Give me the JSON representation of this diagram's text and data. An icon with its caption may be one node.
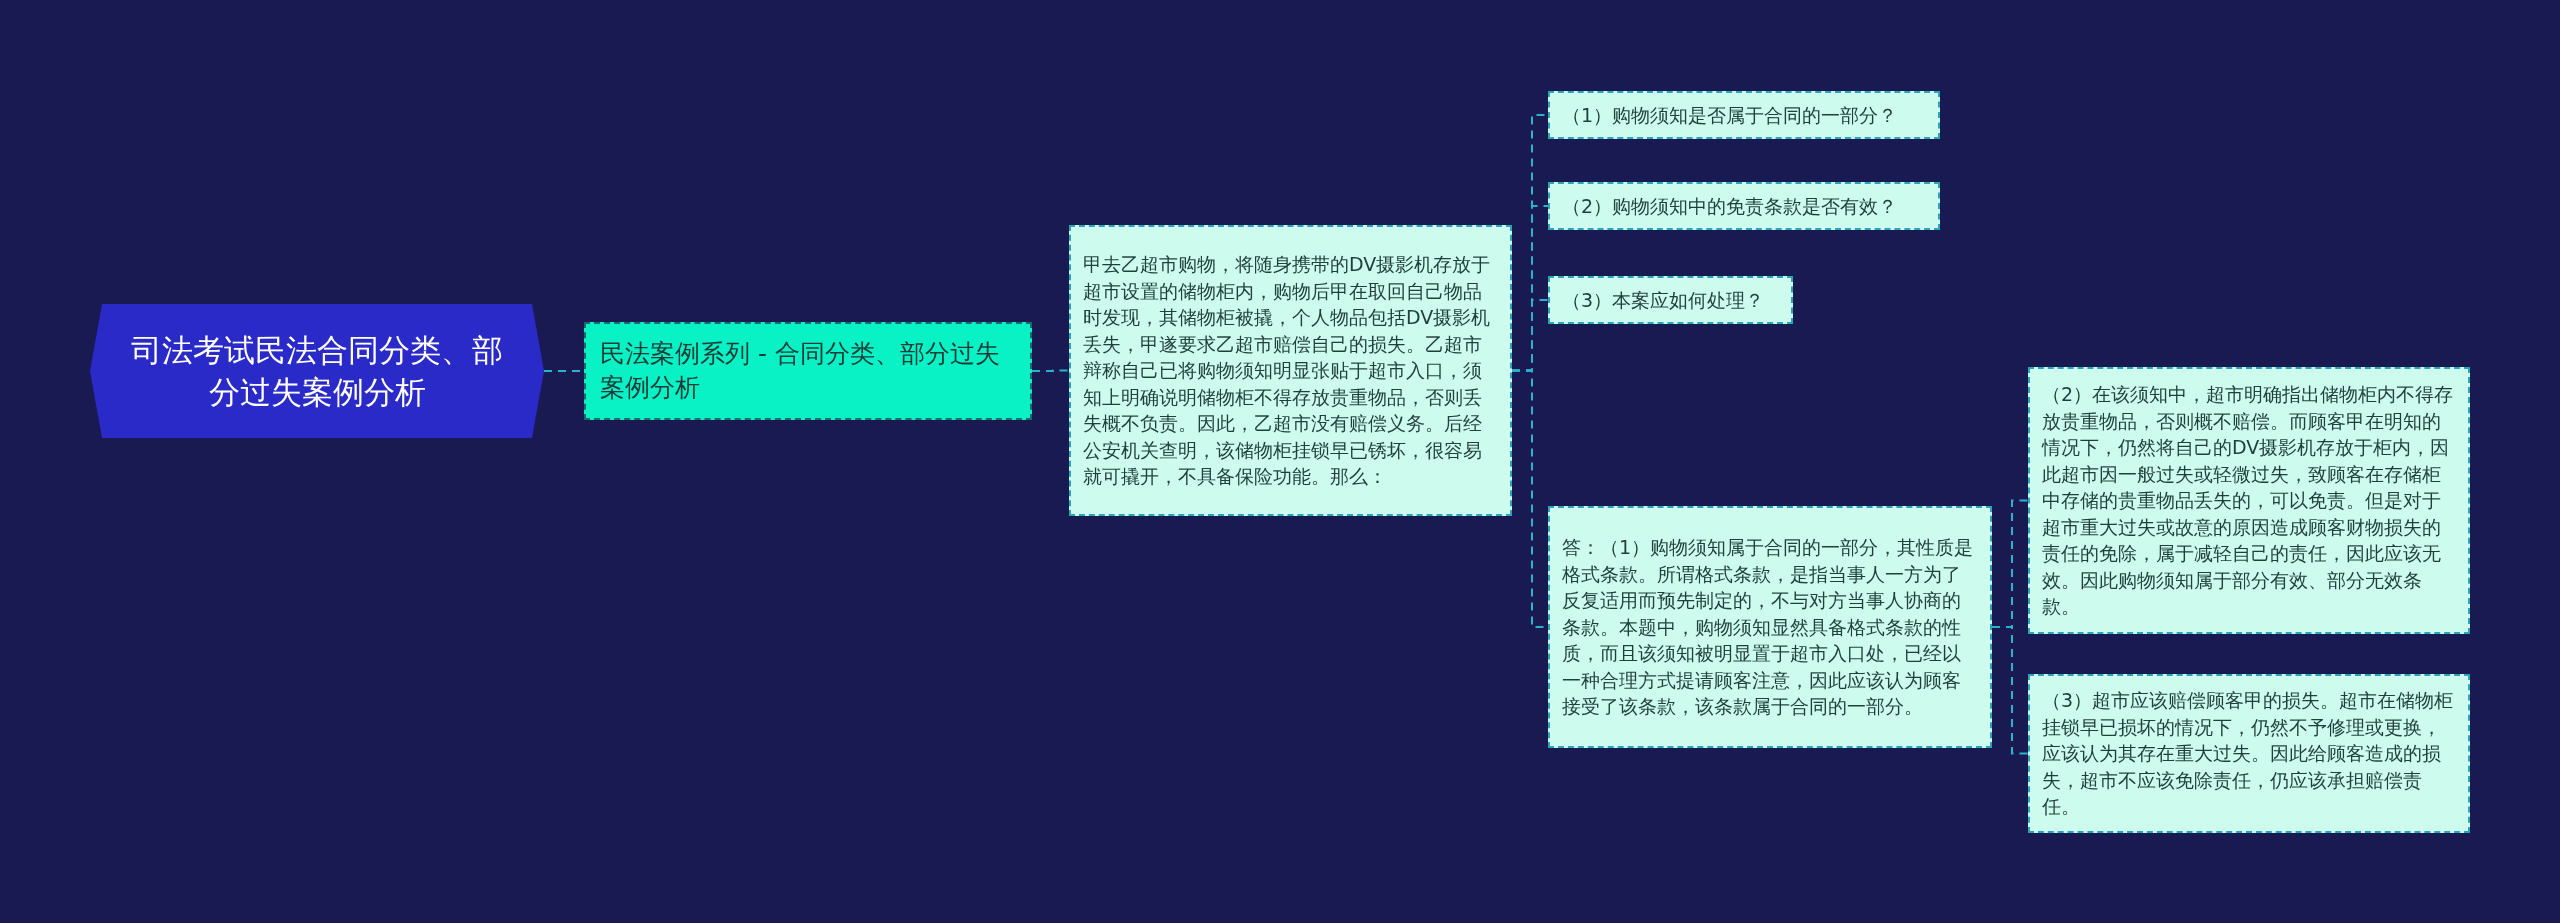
{
  "diagram": {
    "nodes": [
      {
        "text": [
          "司法考试民法合同分类、部分过失案例分析"
        ]
      },
      {
        "text": [
          "民法案例系列 - 合同分类、部分过失案例分析"
        ]
      },
      {
        "text": [
          "甲去乙超市购物，将随身携带的DV摄影机存放于超市设置的储物柜内，购物后甲在取回自己物品时发现，其储物柜被撬，个人物品包括DV摄影机丢失，甲遂要求乙超市赔偿自己的损失。乙超市辩称自己已将购物须知明显张贴于超市入口，须知上明确说明储物柜不得存放贵重物品，否则丢失概不负责。因此，乙超市没有赔偿义务。后经公安机关查明，该储物柜挂锁早已锈坏，很容易就可撬开，不具备保险功能。那么："
        ]
      },
      {
        "text": [
          "（1）购物须知是否属于合同的一部分？"
        ]
      },
      {
        "text": [
          "（2）购物须知中的免责条款是否有效？"
        ]
      },
      {
        "text": [
          "（3）本案应如何处理？"
        ]
      },
      {
        "text": [
          "答：（1）购物须知属于合同的一部分，其性质是格式条款。所谓格式条款，是指当事人一方为了反复适用而预先制定的，不与对方当事人协商的条款。本题中，购物须知显然具备格式条款的性质，而且该须知被明显置于超市入口处，已经以一种合理方式提请顾客注意，因此应该认为顾客接受了该条款，该条款属于合同的一部分。"
        ]
      },
      {
        "text": [
          "（2）在该须知中，超市明确指出储物柜内不得存放贵重物品，否则概不赔偿。而顾客甲在明知的情况下，仍然将自己的DV摄影机存放于柜内，因此超市因一般过失或轻微过失，致顾客在存储柜中存储的贵重物品丢失的，可以免责。但是对于超市重大过失或故意的原因造成顾客财物损失的责任的免除，属于减轻自己的责任，因此应该无效。因此购物须知属于部分有效、部分无效条款。"
        ]
      },
      {
        "text": [
          "（3）超市应该赔偿顾客甲的损失。超市在储物柜挂锁早已损坏的情况下，仍然不予修理或更换，应该认为其存在重大过失。因此给顾客造成的损失，超市不应该免除责任，仍应该承担赔偿责任。"
        ]
      }
    ],
    "edges": [
      {
        "from": 0,
        "to": 1,
        "arrow": "none",
        "style": "dashed"
      },
      {
        "from": 1,
        "to": 2,
        "arrow": "none",
        "style": "dashed"
      },
      {
        "from": 2,
        "to": 3,
        "arrow": "none",
        "style": "dashed"
      },
      {
        "from": 2,
        "to": 4,
        "arrow": "none",
        "style": "dashed"
      },
      {
        "from": 2,
        "to": 5,
        "arrow": "none",
        "style": "dashed"
      },
      {
        "from": 2,
        "to": 6,
        "arrow": "none",
        "style": "dashed"
      },
      {
        "from": 6,
        "to": 7,
        "arrow": "none",
        "style": "dashed"
      },
      {
        "from": 6,
        "to": 8,
        "arrow": "none",
        "style": "dashed"
      }
    ]
  }
}
